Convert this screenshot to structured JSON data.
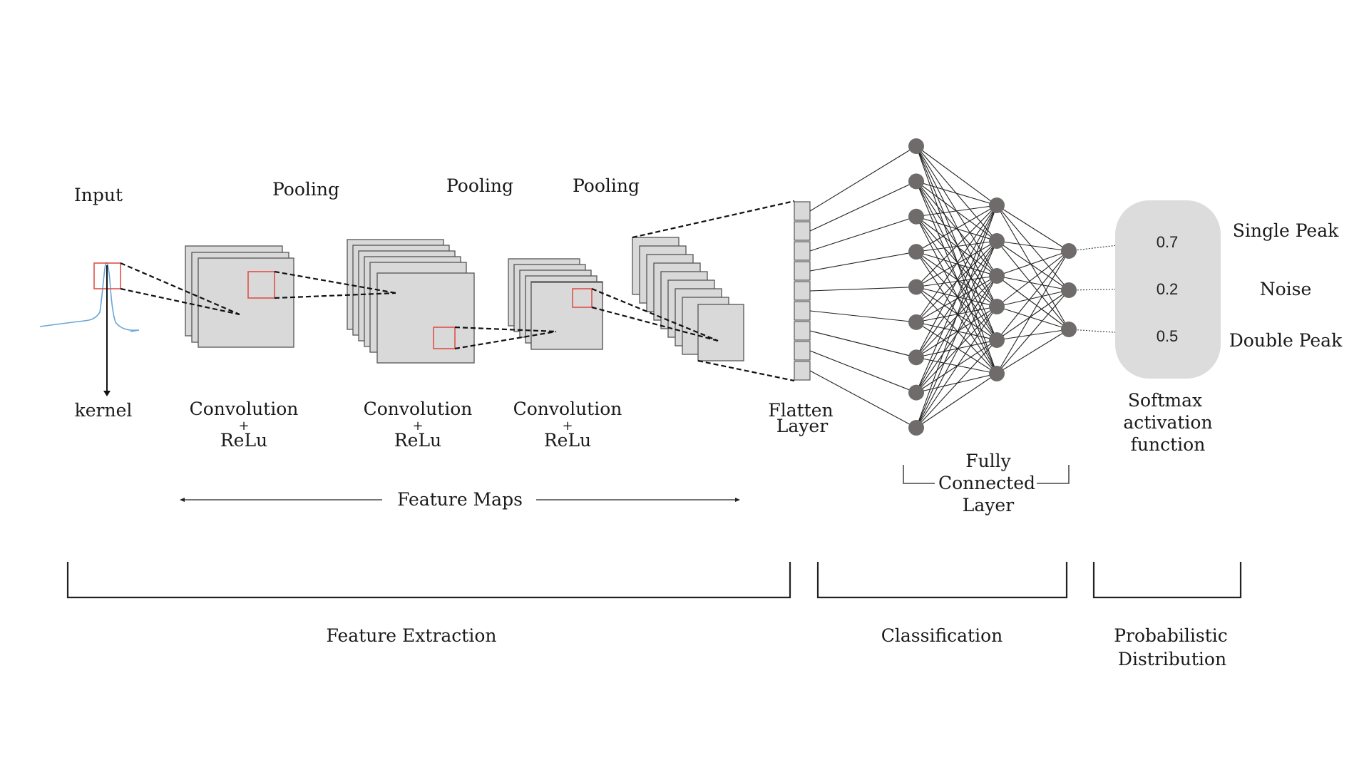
{
  "labels": {
    "input": "Input",
    "kernel": "kernel",
    "pooling_1": "Pooling",
    "pooling_2": "Pooling",
    "pooling_3": "Pooling",
    "conv_1": [
      "Convolution",
      "+",
      "ReLu"
    ],
    "conv_2": [
      "Convolution",
      "+",
      "ReLu"
    ],
    "conv_3": [
      "Convolution",
      "+",
      "ReLu"
    ],
    "feature_maps": "Feature Maps",
    "flatten": [
      "Flatten",
      "Layer"
    ],
    "fully_connected": [
      "Fully",
      "Connected",
      "Layer"
    ],
    "softmax": [
      "Softmax",
      "activation",
      "function"
    ],
    "feature_extraction": "Feature Extraction",
    "classification": "Classification",
    "probabilistic": [
      "Probabilistic",
      "Distribution"
    ]
  },
  "outputs": [
    {
      "probability": "0.7",
      "class": "Single Peak"
    },
    {
      "probability": "0.2",
      "class": "Noise"
    },
    {
      "probability": "0.5",
      "class": "Double Peak"
    }
  ],
  "network": {
    "input_nodes": 9,
    "hidden_nodes": 6,
    "output_nodes": 3,
    "flatten_cells": 9
  },
  "colors": {
    "feature_map_fill": "#d9d9d9",
    "kernel_box": "#e0504a",
    "signal_line": "#6aa6d6",
    "node": "#6f6b6b",
    "softmax_box": "#dcdcdc"
  }
}
